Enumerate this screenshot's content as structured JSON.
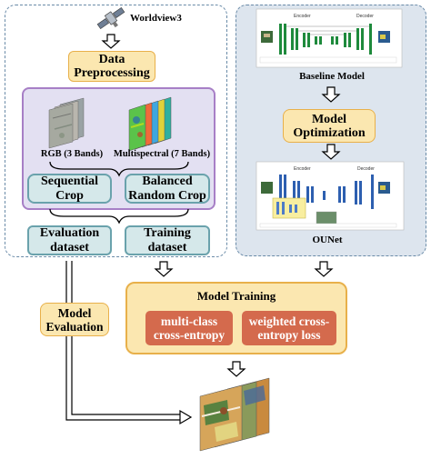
{
  "satellite": {
    "label": "Worldview3"
  },
  "data_preprocessing": {
    "line1": "Data",
    "line2": "Preprocessing"
  },
  "rgb": {
    "label": "RGB (3 Bands)"
  },
  "multispectral": {
    "label": "Multispectral (7 Bands)"
  },
  "sequential_crop": {
    "line1": "Sequential",
    "line2": "Crop"
  },
  "balanced_crop": {
    "line1": "Balanced",
    "line2": "Random Crop"
  },
  "evaluation_dataset": {
    "line1": "Evaluation",
    "line2": "dataset"
  },
  "training_dataset": {
    "line1": "Training",
    "line2": "dataset"
  },
  "baseline_model": {
    "label": "Baseline Model",
    "encoder": "Encoder",
    "decoder": "Decoder"
  },
  "model_optimization": {
    "line1": "Model",
    "line2": "Optimization"
  },
  "ounet": {
    "label": "OUNet",
    "encoder": "Encoder",
    "decoder": "Decoder"
  },
  "model_evaluation": {
    "line1": "Model",
    "line2": "Evaluation"
  },
  "model_training": {
    "title": "Model Training"
  },
  "loss_multiclass": {
    "line1": "multi-class",
    "line2": "cross-entropy"
  },
  "loss_weighted": {
    "line1": "weighted cross-",
    "line2": "entropy loss"
  },
  "colors": {
    "orange_fill": "#fbe7b0",
    "orange_border": "#e8b04a",
    "teal_fill": "#d5e8ea",
    "purple_fill": "#e3e0f2",
    "red_fill": "#d46a4d",
    "panel_fill": "#dde5ee"
  }
}
